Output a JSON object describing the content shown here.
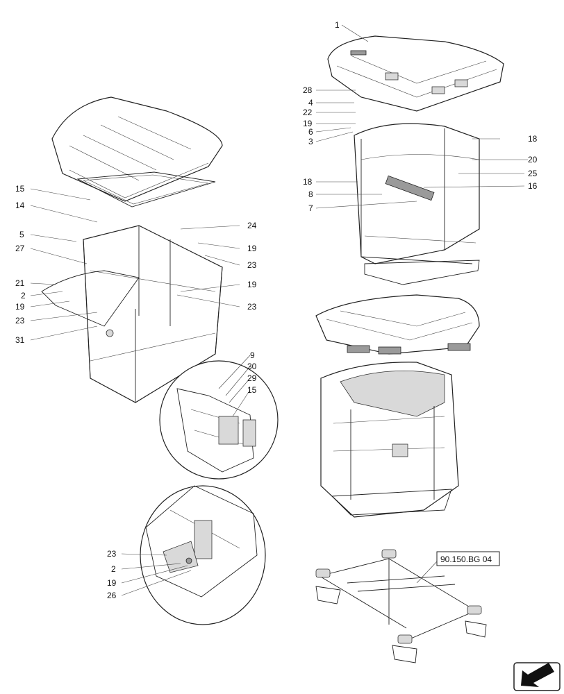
{
  "callouts": {
    "c1": "1",
    "c28": "28",
    "c4": "4",
    "c22": "22",
    "c19a": "19",
    "c6": "6",
    "c3": "3",
    "c18a": "18",
    "c20": "20",
    "c18b": "18",
    "c25": "25",
    "c8": "8",
    "c16": "16",
    "c7": "7",
    "c15a": "15",
    "c14": "14",
    "c5": "5",
    "c27": "27",
    "c21": "21",
    "c2a": "2",
    "c19b": "19",
    "c23a": "23",
    "c31": "31",
    "c24": "24",
    "c19c": "19",
    "c23b": "23",
    "c19d": "19",
    "c23c": "23",
    "c9": "9",
    "c30": "30",
    "c29": "29",
    "c15b": "15",
    "c23d": "23",
    "c2b": "2",
    "c19e": "19",
    "c26": "26"
  },
  "reference_label": "90.150.BG 04",
  "nav_icon": "arrow-down-left-icon"
}
